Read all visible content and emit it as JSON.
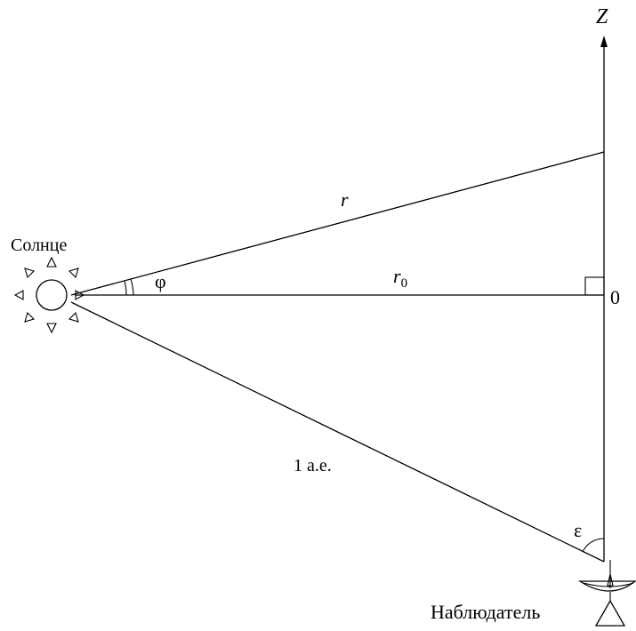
{
  "labels": {
    "axis": "Z",
    "sun": "Солнце",
    "observer": "Наблюдатель",
    "r": "r",
    "r0_base": "r",
    "r0_sub": "0",
    "origin": "0",
    "phi": "φ",
    "eps": "ε",
    "distance": "1 а.е."
  },
  "icons": {
    "sun": "sun-icon",
    "observer": "telescope-icon"
  }
}
